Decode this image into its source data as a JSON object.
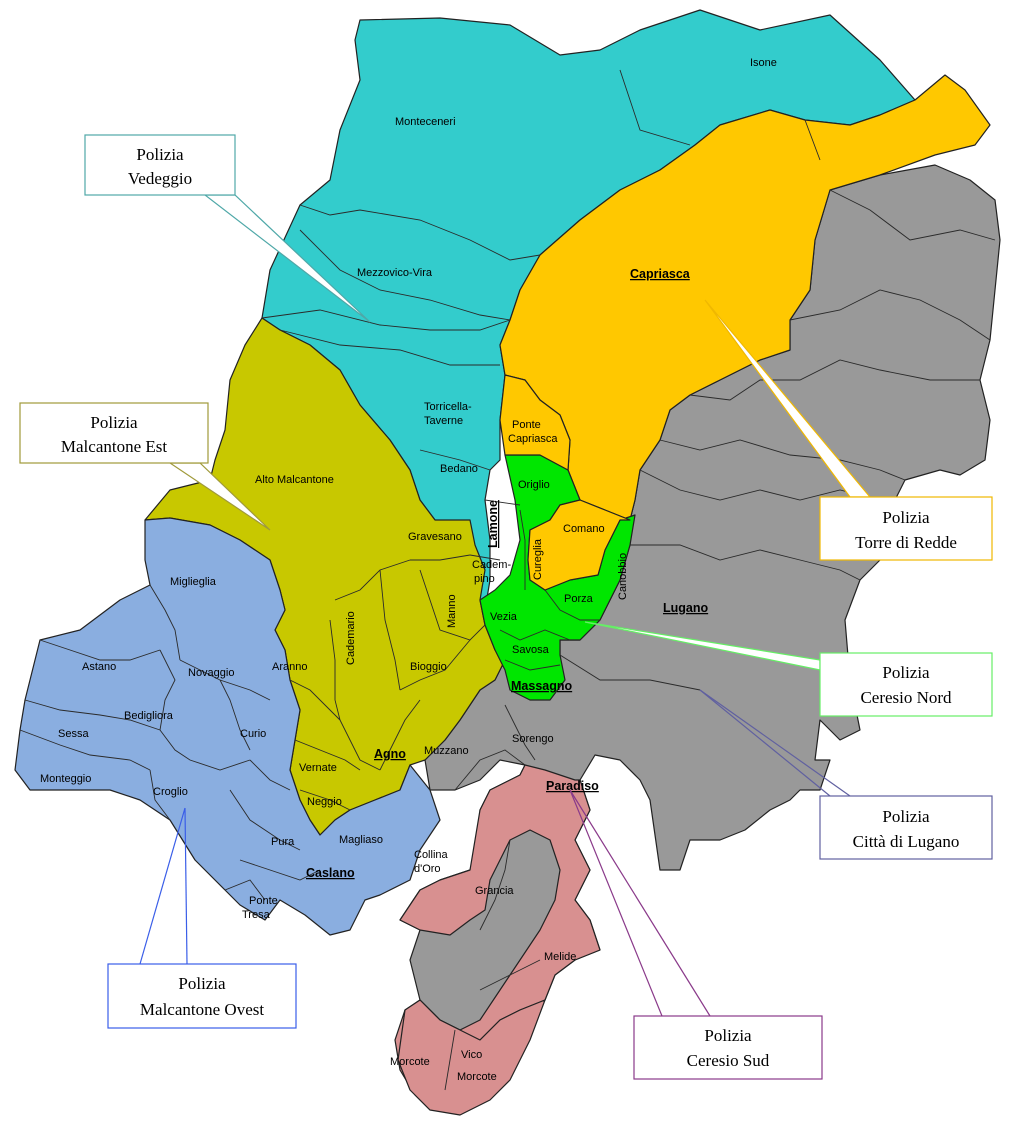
{
  "colors": {
    "vedeggio": "#33cccc",
    "torre_di_redde": "#ffc800",
    "malcantone_est": "#c8c800",
    "malcantone_ovest": "#8aaee0",
    "ceresio_nord": "#00e600",
    "citta_di_lugano": "#999999",
    "ceresio_sud": "#d89090",
    "vedeggio_border": "#4fa8a8",
    "torre_border": "#f0b800",
    "malc_est_border": "#a09a3a",
    "malc_ovest_border": "#3a5ee8",
    "ceresio_nord_border": "#66ee66",
    "lugano_border": "#6060a0",
    "ceresio_sud_border": "#8a3a8a"
  },
  "callouts": {
    "vedeggio": [
      "Polizia",
      "Vedeggio"
    ],
    "torre_di_redde": [
      "Polizia",
      "Torre di Redde"
    ],
    "malcantone_est": [
      "Polizia",
      "Malcantone Est"
    ],
    "ceresio_nord": [
      "Polizia",
      "Ceresio Nord"
    ],
    "citta_di_lugano": [
      "Polizia",
      "Città di Lugano"
    ],
    "malcantone_ovest": [
      "Polizia",
      "Malcantone Ovest"
    ],
    "ceresio_sud": [
      "Polizia",
      "Ceresio Sud"
    ]
  },
  "labels": {
    "isone": "Isone",
    "monteceneri": "Monteceneri",
    "mezzovico_vira": "Mezzovico-Vira",
    "capriasca": "Capriasca",
    "torricella_1": "Torricella-",
    "torricella_2": "Taverne",
    "ponte_capriasca_1": "Ponte",
    "ponte_capriasca_2": "Capriasca",
    "bedano": "Bedano",
    "origlio": "Origlio",
    "alto_malcantone": "Alto Malcantone",
    "lamone": "Lamone",
    "gravesano": "Gravesano",
    "comano": "Comano",
    "cureglia": "Cureglia",
    "canobbio": "Canobbio",
    "cadempino_1": "Cadem-",
    "cadempino_2": "pino",
    "migliegia": "Miglieglia",
    "cademario": "Cademario",
    "manno": "Manno",
    "vezia": "Vezia",
    "porza": "Porza",
    "lugano": "Lugano",
    "astano": "Astano",
    "novaggio": "Novaggio",
    "aranno": "Aranno",
    "bioggio": "Bioggio",
    "savosa": "Savosa",
    "massagno": "Massagno",
    "bedigliora": "Bedigliora",
    "sessa": "Sessa",
    "curio": "Curio",
    "sorengo": "Sorengo",
    "muzzano": "Muzzano",
    "agno": "Agno",
    "vernate": "Vernate",
    "monteggio": "Monteggio",
    "croglio": "Croglio",
    "paradiso": "Paradiso",
    "neggio": "Neggio",
    "magliaso": "Magliaso",
    "pura": "Pura",
    "collina_1": "Collina",
    "collina_2": "d'Oro",
    "caslano": "Caslano",
    "grancia": "Grancia",
    "ponte_tresa_1": "Ponte",
    "ponte_tresa_2": "Tresa",
    "melide": "Melide",
    "morcote": "Morcote",
    "vico_1": "Vico",
    "vico_2": "Morcote"
  }
}
